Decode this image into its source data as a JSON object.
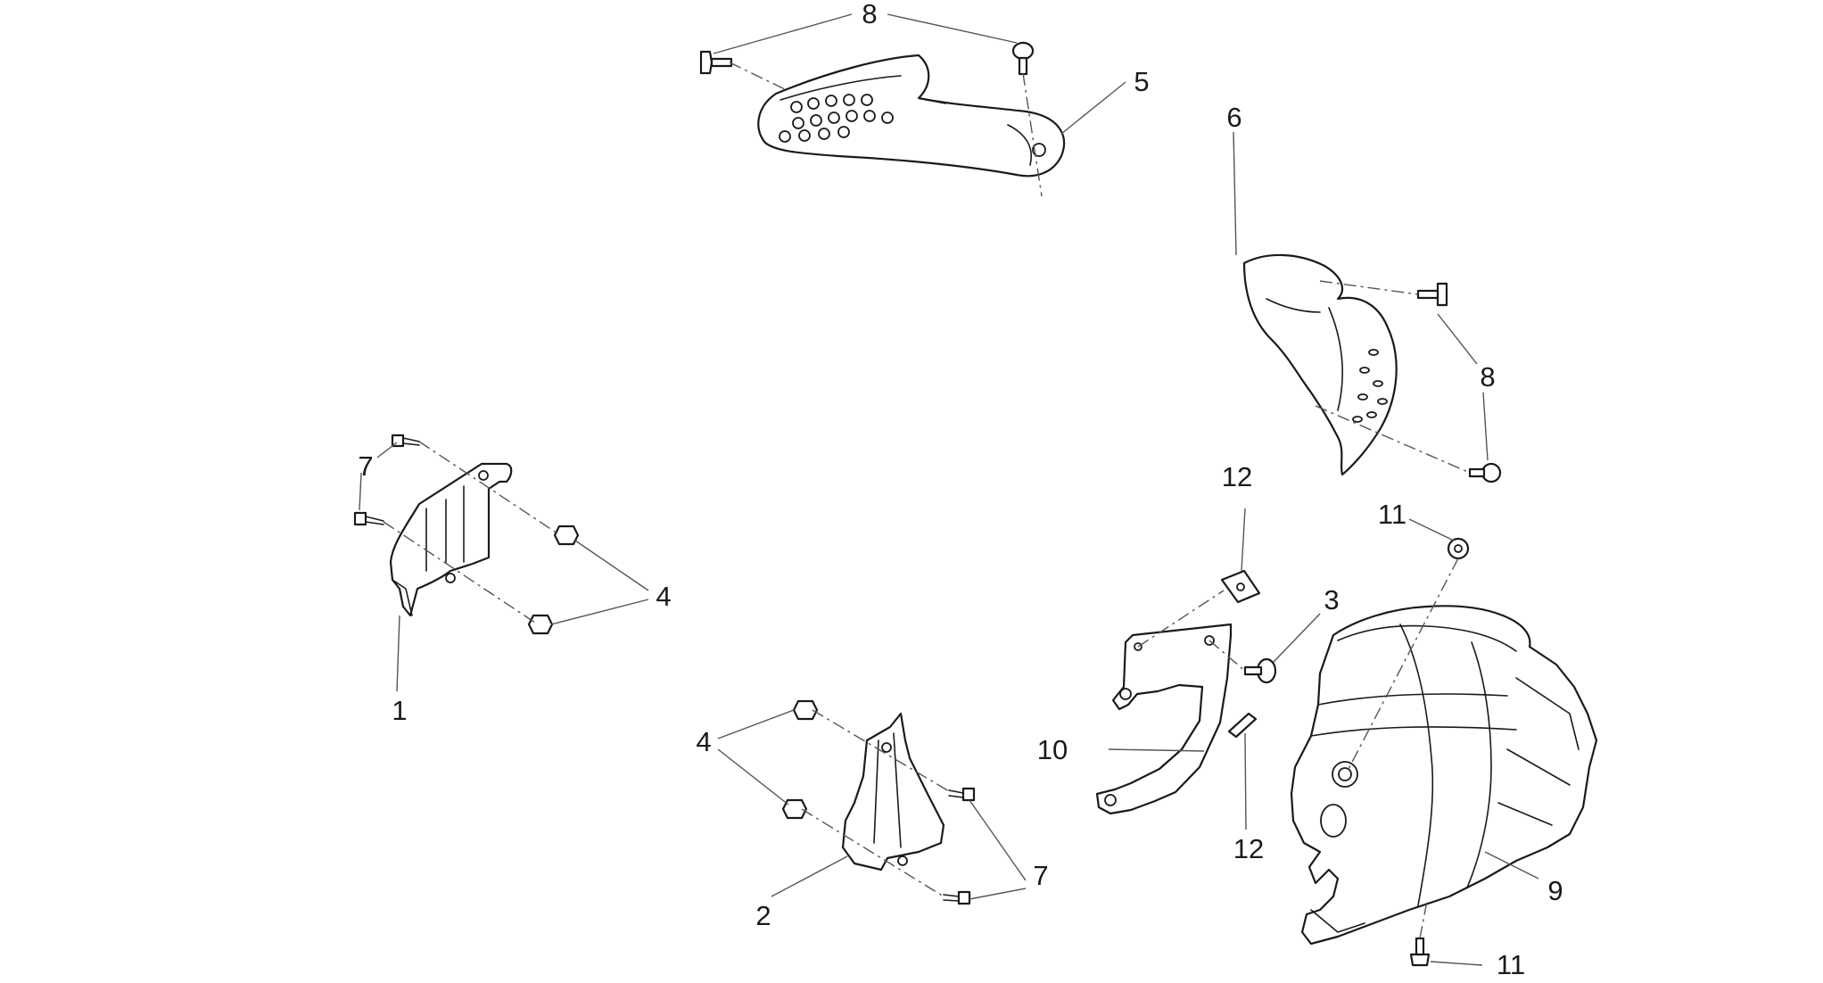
{
  "diagram": {
    "colors": {
      "line": "#1a1a1a",
      "leader": "#555555",
      "background": "#ffffff"
    },
    "callouts": {
      "c1": "1",
      "c2": "2",
      "c3": "3",
      "c4a": "4",
      "c4b": "4",
      "c5": "5",
      "c6": "6",
      "c7a": "7",
      "c7b": "7",
      "c8a": "8",
      "c8b": "8",
      "c9": "9",
      "c10": "10",
      "c11a": "11",
      "c11b": "11",
      "c12a": "12",
      "c12b": "12"
    }
  }
}
